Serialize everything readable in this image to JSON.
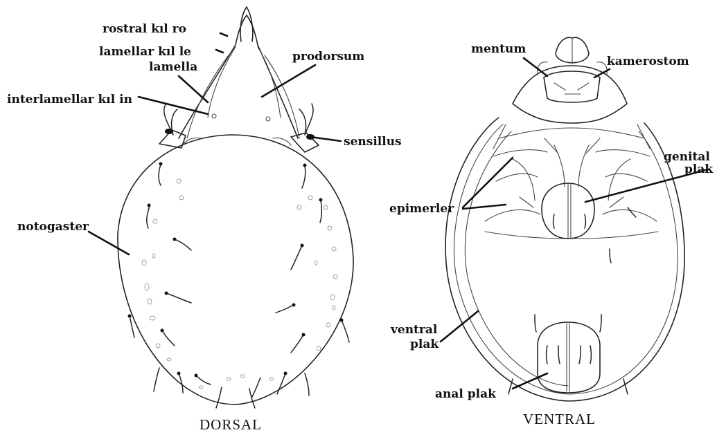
{
  "dorsal": {
    "caption": "DORSAL",
    "labels": {
      "rostral": "rostral kıl ro",
      "lamellar": "lamellar kıl le",
      "lamella": "lamella",
      "interlamellar": "interlamellar kıl in",
      "prodorsum": "prodorsum",
      "sensillus": "sensillus",
      "notogaster": "notogaster"
    }
  },
  "ventral": {
    "caption": "VENTRAL",
    "labels": {
      "mentum": "mentum",
      "kamerostom": "kamerostom",
      "genital_line1": "genital",
      "genital_line2": "plak",
      "epimerler": "epimerler",
      "ventral_line1": "ventral",
      "ventral_line2": "plak",
      "anal": "anal plak"
    }
  }
}
